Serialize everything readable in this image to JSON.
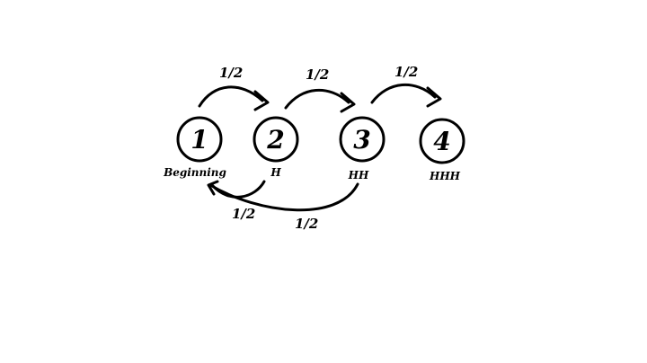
{
  "nodes": [
    {
      "number": "1",
      "label": "Beginning"
    },
    {
      "number": "2",
      "label": "H"
    },
    {
      "number": "3",
      "label": "HH"
    },
    {
      "number": "4",
      "label": "HHH"
    }
  ],
  "transitions": [
    {
      "from": "1",
      "to": "2",
      "probability": "1/2"
    },
    {
      "from": "2",
      "to": "3",
      "probability": "1/2"
    },
    {
      "from": "3",
      "to": "4",
      "probability": "1/2"
    },
    {
      "from": "2",
      "to": "1",
      "probability": "1/2"
    },
    {
      "from": "3",
      "to": "1",
      "probability": "1/2"
    }
  ],
  "colors": {
    "stroke": "#000000",
    "background": "#ffffff"
  }
}
